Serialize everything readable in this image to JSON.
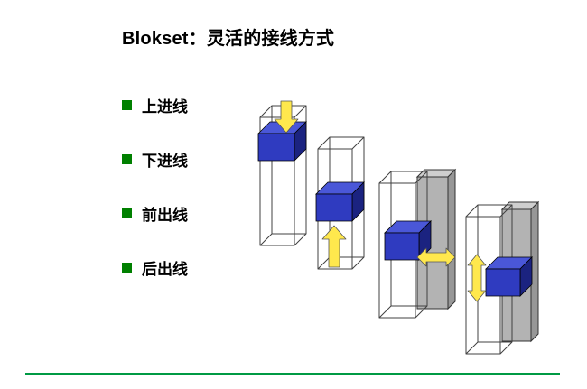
{
  "slide": {
    "title": "Blokset：灵活的接线方式",
    "bullets": [
      {
        "label": "上进线"
      },
      {
        "label": "下进线"
      },
      {
        "label": "前出线"
      },
      {
        "label": "后出线"
      }
    ]
  },
  "diagram": {
    "cabinets": [
      {
        "name": "top-entry-cabinet",
        "arrow_icon": "down-arrow-icon"
      },
      {
        "name": "bottom-entry-cabinet",
        "arrow_icon": "up-arrow-icon"
      },
      {
        "name": "front-exit-cabinet",
        "arrow_icon": "left-right-arrow-icon"
      },
      {
        "name": "rear-exit-cabinet",
        "arrow_icon": "up-down-arrow-icon"
      }
    ]
  },
  "colors": {
    "bullet-green": "#008000",
    "divider-green": "#009a44",
    "cube-blue": "#2f3bc0",
    "cube-blue-top": "#4a57d8",
    "cube-blue-dark": "#1b2380",
    "arrow-yellow": "#ffe84d",
    "panel-gray": "#b3b3b3",
    "panel-gray-top": "#cfcfcf",
    "panel-gray-side": "#979797",
    "wireframe": "#404040"
  }
}
